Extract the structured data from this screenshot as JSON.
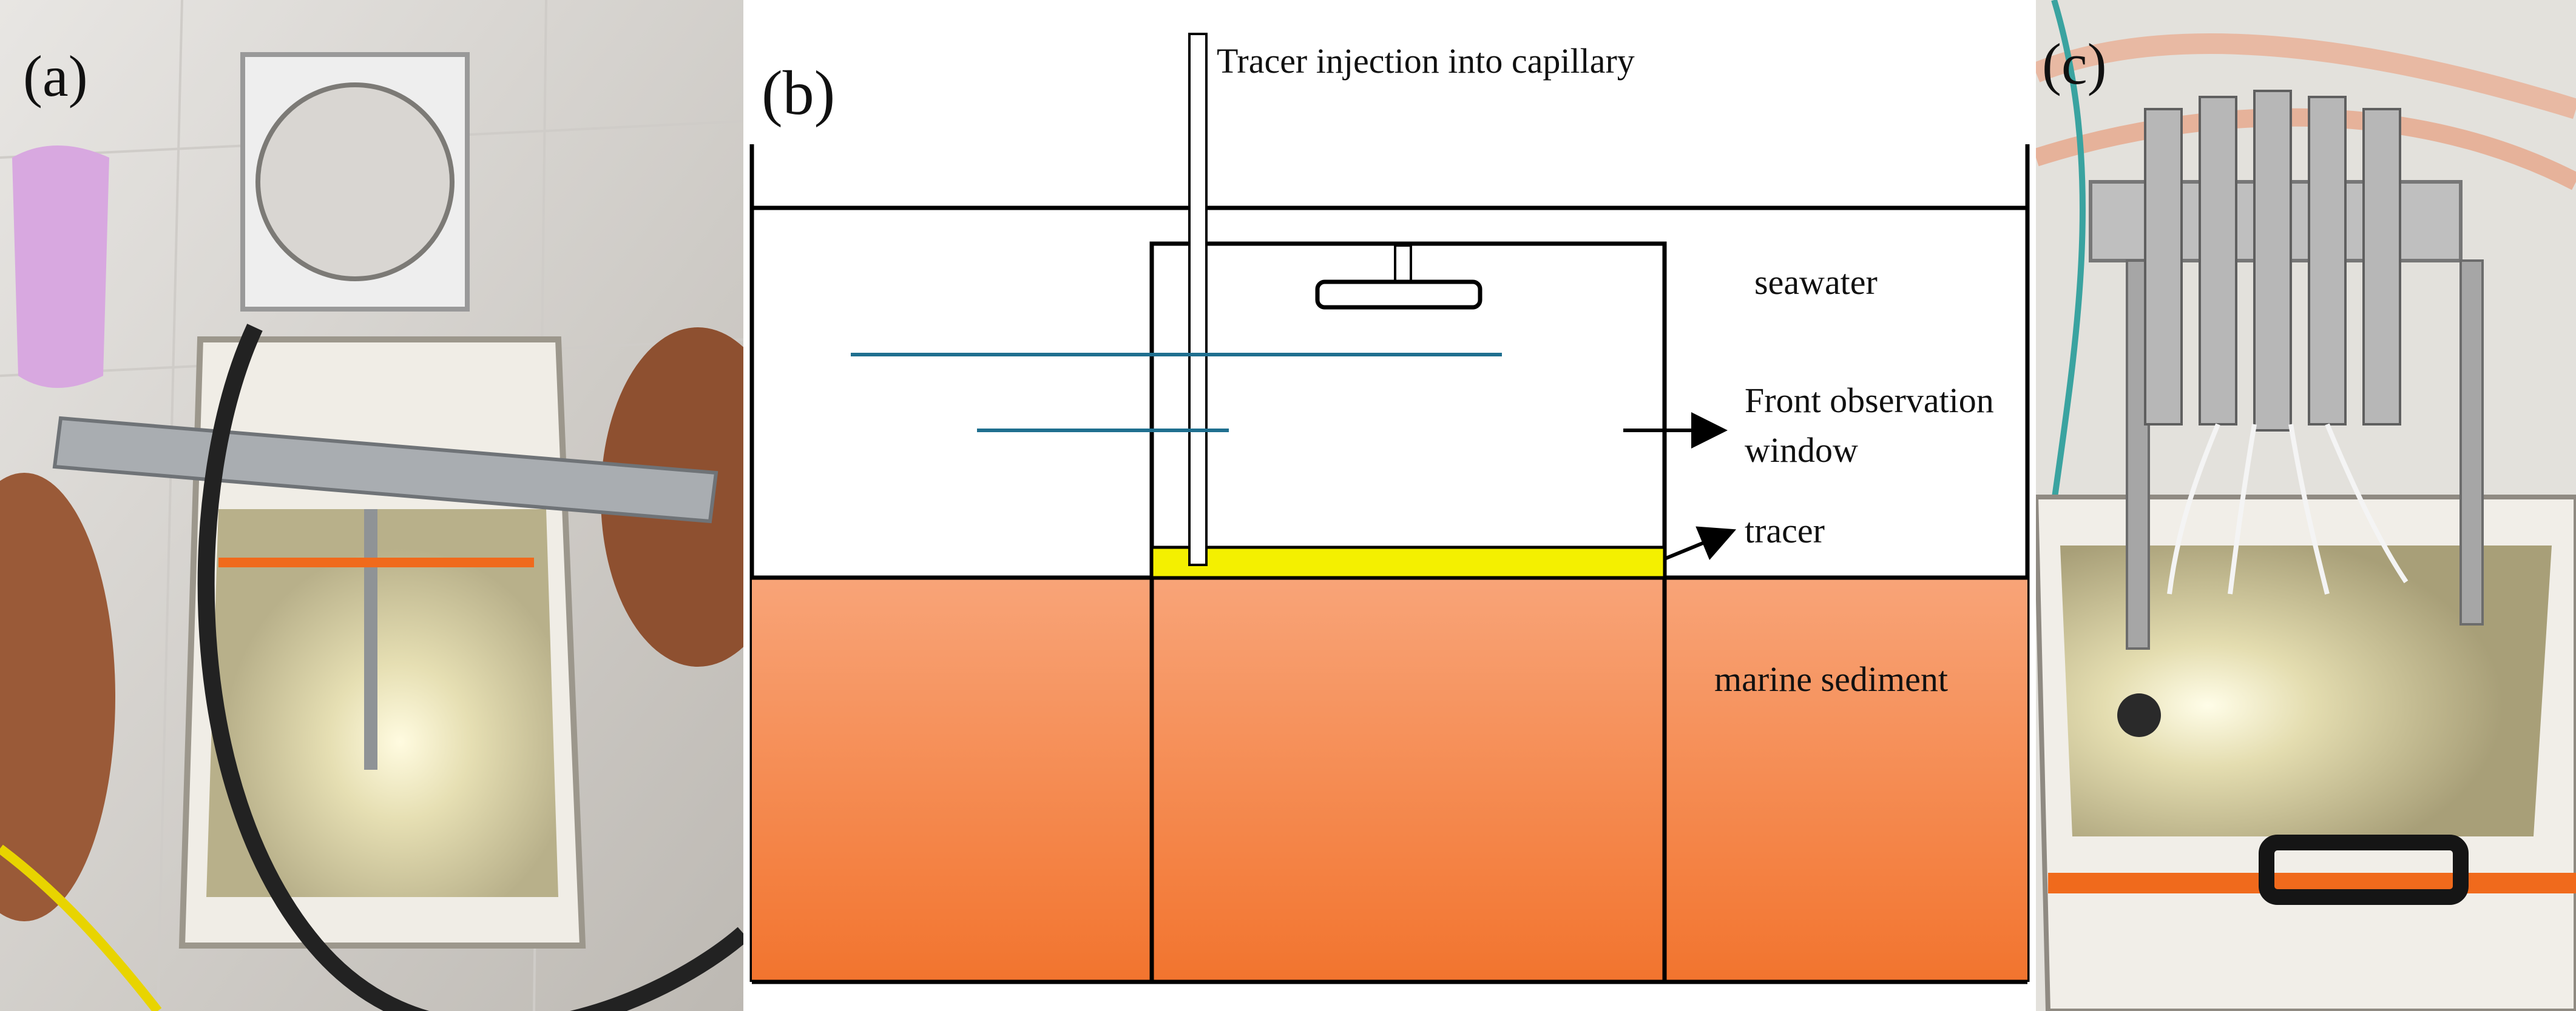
{
  "panels": {
    "a": {
      "label": "(a)"
    },
    "b": {
      "label": "(b)",
      "labels": {
        "injection": "Tracer injection into capillary",
        "seawater": "seawater",
        "window_line1": "Front observation",
        "window_line2": "window",
        "tracer": "tracer",
        "sediment": "marine sediment"
      }
    },
    "c": {
      "label": "(c)"
    }
  },
  "colors": {
    "sediment_top": "#f8a478",
    "sediment_bottom": "#f2742e",
    "tracer": "#f4f000",
    "current_lines": "#1f6f8f",
    "outline": "#000000",
    "water_photo": "#d8d2a8"
  }
}
